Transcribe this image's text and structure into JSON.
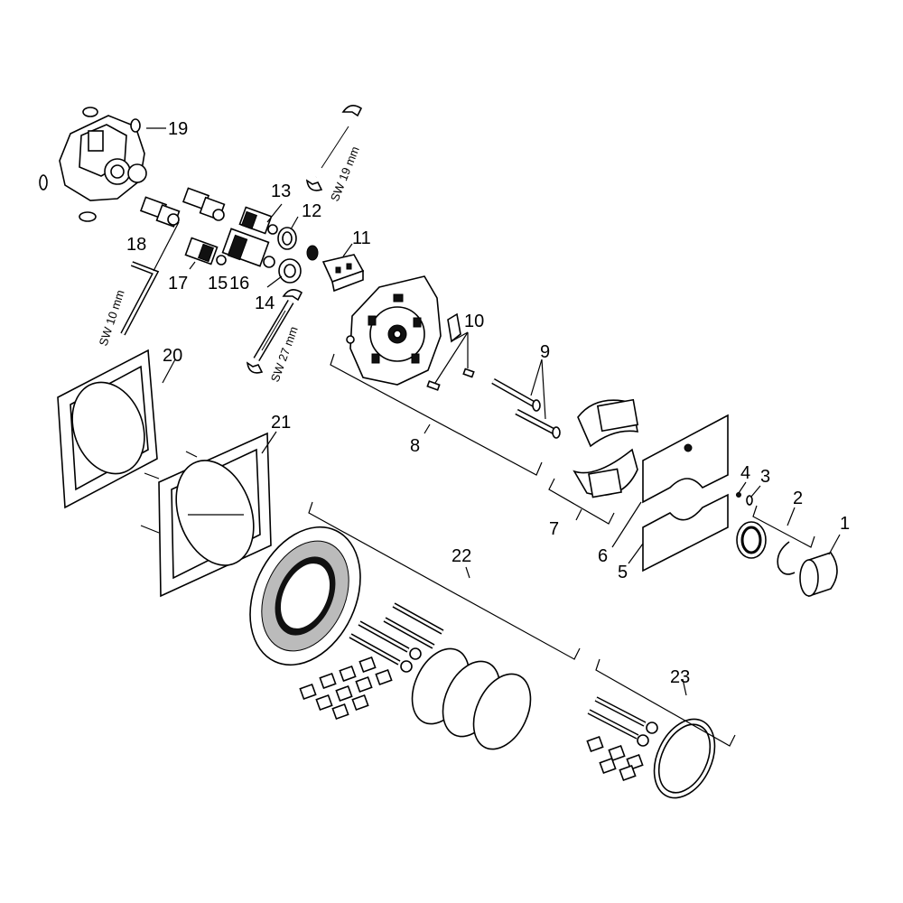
{
  "labels": {
    "p1": "1",
    "p2": "2",
    "p3": "3",
    "p4": "4",
    "p5": "5",
    "p6": "6",
    "p7": "7",
    "p8": "8",
    "p9": "9",
    "p10": "10",
    "p11": "11",
    "p12": "12",
    "p13": "13",
    "p14": "14",
    "p15": "15",
    "p16": "16",
    "p17": "17",
    "p18": "18",
    "p19": "19",
    "p20": "20",
    "p21": "21",
    "p22": "22",
    "p23": "23"
  },
  "tools": {
    "wrench_19": "SW 19 mm",
    "wrench_27": "SW 27 mm",
    "hex_key_10": "SW 10 mm"
  }
}
